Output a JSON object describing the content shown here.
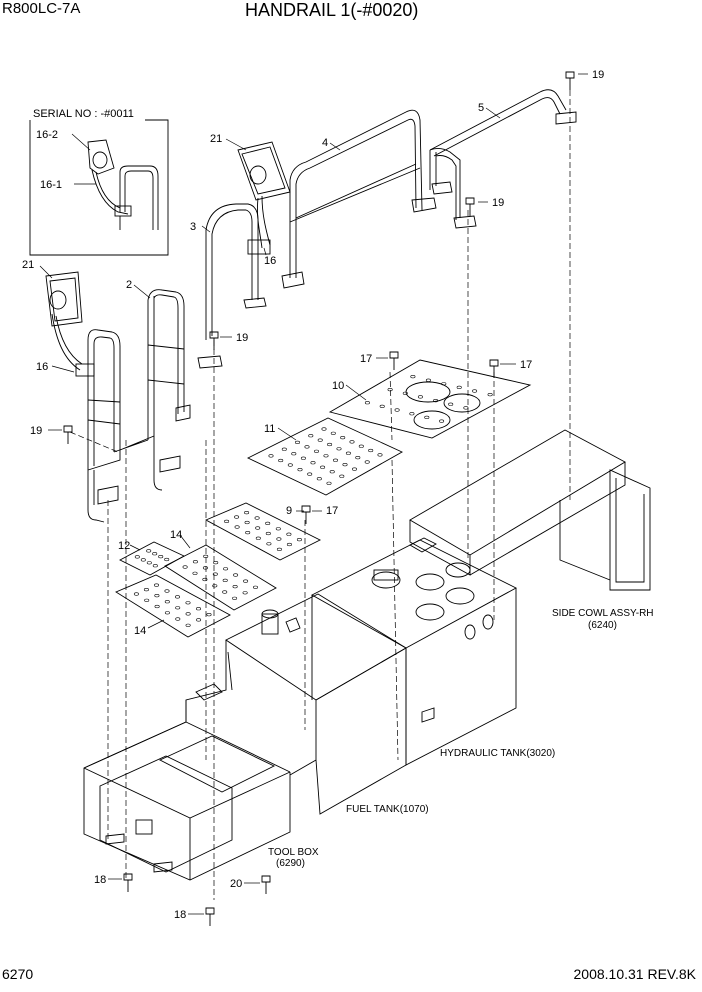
{
  "header": {
    "model": "R800LC-7A",
    "title": "HANDRAIL 1(-#0020)"
  },
  "footer": {
    "page": "6270",
    "date_rev": "2008.10.31  REV.8K"
  },
  "inset": {
    "serial": "SERIAL NO : -#0011",
    "c1": "16-2",
    "c2": "16-1"
  },
  "callouts": {
    "n2": "2",
    "n3": "3",
    "n4": "4",
    "n5": "5",
    "n9": "9",
    "n10": "10",
    "n11": "11",
    "n12": "12",
    "n14a": "14",
    "n14b": "14",
    "n16a": "16",
    "n16b": "16",
    "n17a": "17",
    "n17b": "17",
    "n17c": "17",
    "n18a": "18",
    "n18b": "18",
    "n19a": "19",
    "n19b": "19",
    "n19c": "19",
    "n19d": "19",
    "n20": "20",
    "n21a": "21",
    "n21b": "21"
  },
  "refs": {
    "side_cowl_1": "SIDE COWL ASSY-RH",
    "side_cowl_2": "(6240)",
    "hyd_tank": "HYDRAULIC TANK(3020)",
    "fuel_tank": "FUEL TANK(1070)",
    "tool_box_1": "TOOL BOX",
    "tool_box_2": "(6290)"
  }
}
